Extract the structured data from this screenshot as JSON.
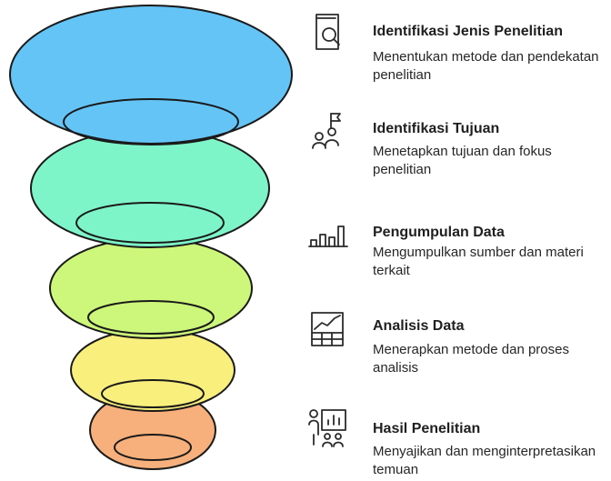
{
  "colors": {
    "stroke": "#1a1a1a",
    "tier_fills": [
      "#64c4f6",
      "#7ef5c8",
      "#cdf77a",
      "#f9ef7d",
      "#f7b07c"
    ]
  },
  "steps": [
    {
      "icon": "book-search-icon",
      "title": "Identifikasi Jenis Penelitian",
      "description": "Menentukan metode dan pendekatan penelitian"
    },
    {
      "icon": "people-flag-icon",
      "title": "Identifikasi Tujuan",
      "description": "Menetapkan tujuan dan fokus penelitian"
    },
    {
      "icon": "bar-chart-icon",
      "title": "Pengumpulan Data",
      "description": "Mengumpulkan sumber dan materi terkait"
    },
    {
      "icon": "chart-table-icon",
      "title": "Analisis Data",
      "description": "Menerapkan metode dan proses analisis"
    },
    {
      "icon": "presentation-audience-icon",
      "title": "Hasil Penelitian",
      "description": "Menyajikan dan menginterpretasikan temuan"
    }
  ]
}
